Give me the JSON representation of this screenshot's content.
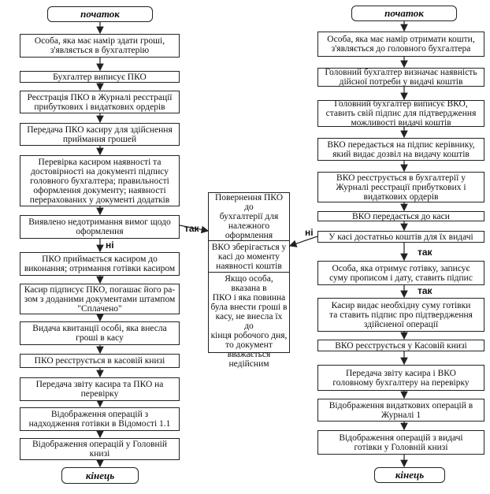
{
  "left": {
    "start": "початок",
    "steps": [
      "Особа, яка має намір здати гроші,\nз'являється в бухгалтерію",
      "Бухгалтер виписує ПКО",
      "Реєстрація ПКО в Журналі реєстрації\nприбуткових і видаткових ордерів",
      "Передача ПКО касиру для здійснення\nприймання грошей",
      "Перевірка касиром наявності та\nдостовірності на документі підпису\nголовного бухгалтера; правильності\nоформлення документу; наявності\nперерахованих у документі додатків",
      "Виявлено недотримання вимог щодо\nоформлення",
      "ПКО приймається касиром до\nвиконання; отримання готівки касиром",
      "Касир підписує ПКО, погашає його ра-\nзом з доданими документами штампом\n\"Сплачено\"",
      "Видача квитанції особі, яка внесла\nгроші в касу",
      "ПКО реєструється в касовій книзі",
      "Передача звіту касира та ПКО на\nперевірку",
      "Відображення операцій з\nнадходження готівки в Відомості 1.1",
      "Відображення операцій у Головній\nкнизі"
    ],
    "end": "кінець",
    "yes_label": "так",
    "no_label": "ні"
  },
  "middle": {
    "top": "Повернення ПКО до\nбухгалтерії для\nналежного\nоформлення",
    "middle": "ВКО зберігається у\nкасі до моменту\nнаявності коштів",
    "bottom": "Якщо особа, вказана в\nПКО і яка повинна\nбула внести гроші в\nкасу, не внесла їх до\nкінця робочого дня,\nто документ\nвважається недійсним"
  },
  "right": {
    "start": "початок",
    "steps": [
      "Особа, яка має намір отримати кошти,\nз'являється до головного бухгалтера",
      "Головний бухгалтер визначає наявність\nдійсної потреби у видачі коштів",
      "Головний бухгалтер виписує ВКО,\nставить свій підпис для підтвердження\nможливості видачі коштів",
      "ВКО передається на підпис керівнику,\nякий видає дозвіл на видачу коштів",
      "ВКО реєструється в бухгалтерії у\nЖурналі реєстрації прибуткових і\nвидаткових ордерів",
      "ВКО передається до каси",
      "У касі достатньо коштів для їх видачі",
      "Особа, яка отримує готівку, записує\nсуму прописом і дату, ставить підпис",
      "Касир видає необхідну суму готівки\nта ставить підпис про підтвердження\nздійсненої операції",
      "ВКО реєструється у Касовій книзі",
      "Передача звіту касира і ВКО\nголовному бухгалтеру на перевірку",
      "Відображення видаткових операцій в\nЖурналі 1",
      "Відображення операцій з видачі\nготівки у Головній книзі"
    ],
    "end": "кінець",
    "yes_label_1": "так",
    "yes_label_2": "так",
    "no_label": "ні"
  }
}
